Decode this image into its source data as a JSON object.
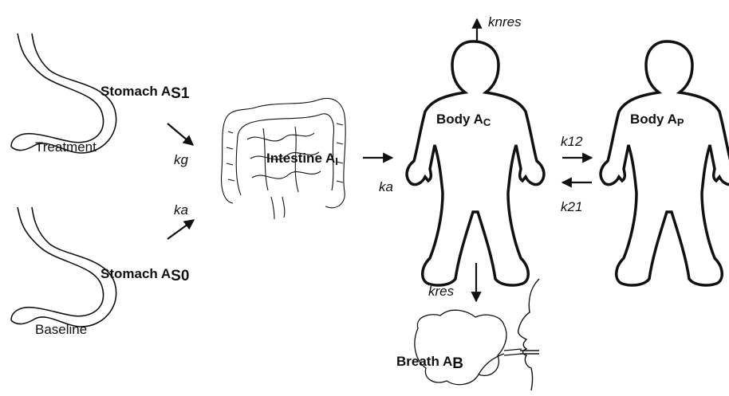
{
  "compartments": {
    "stomach_s1": {
      "base": "Stomach A",
      "sub": "S1"
    },
    "stomach_s0": {
      "base": "Stomach A",
      "sub": "S0"
    },
    "intestine": {
      "base": "Intestine A",
      "sub": "I"
    },
    "body_central": {
      "base": "Body A",
      "sub": "C"
    },
    "body_peripheral": {
      "base": "Body A",
      "sub": "P"
    },
    "breath": {
      "base": "Breath A",
      "sub": "B"
    }
  },
  "labels": {
    "treatment": "Treatment",
    "baseline": "Baseline"
  },
  "rates": {
    "kg": "kg",
    "ka_stomach": "ka",
    "ka_intestine": "ka",
    "knres": "knres",
    "k12": "k12",
    "k21": "k21",
    "kres": "kres"
  },
  "colors": {
    "line": "#111111",
    "background": "#ffffff"
  },
  "icons": [
    "stomach-icon",
    "intestine-icon",
    "body-silhouette-icon",
    "face-profile-icon",
    "lungs-icon"
  ]
}
